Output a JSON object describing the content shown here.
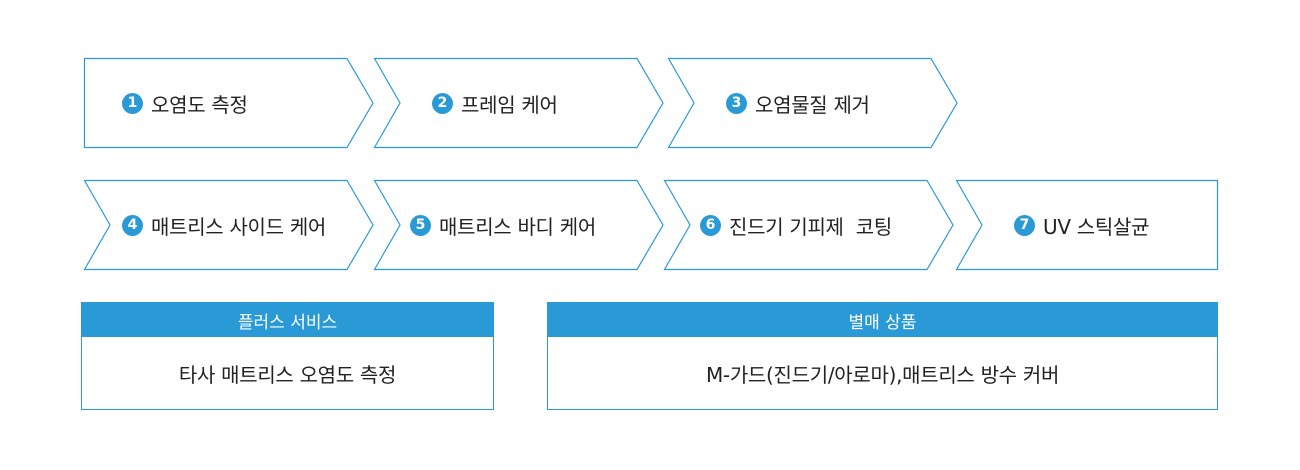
{
  "colors": {
    "accent": "#2a9ad7",
    "text": "#222222"
  },
  "steps": [
    {
      "num": "1",
      "label": "오염도 측정"
    },
    {
      "num": "2",
      "label": "프레임 케어"
    },
    {
      "num": "3",
      "label": "오염물질 제거"
    },
    {
      "num": "4",
      "label": "매트리스 사이드 케어"
    },
    {
      "num": "5",
      "label": "매트리스 바디 케어"
    },
    {
      "num": "6",
      "label": "진드기 기피제  코팅"
    },
    {
      "num": "7",
      "label": "UV 스틱살균"
    }
  ],
  "plus_service": {
    "title": "플러스 서비스",
    "body": "타사 매트리스 오염도 측정"
  },
  "separate_products": {
    "title": "별매 상품",
    "body": "M-가드(진드기/아로마),매트리스 방수 커버"
  }
}
